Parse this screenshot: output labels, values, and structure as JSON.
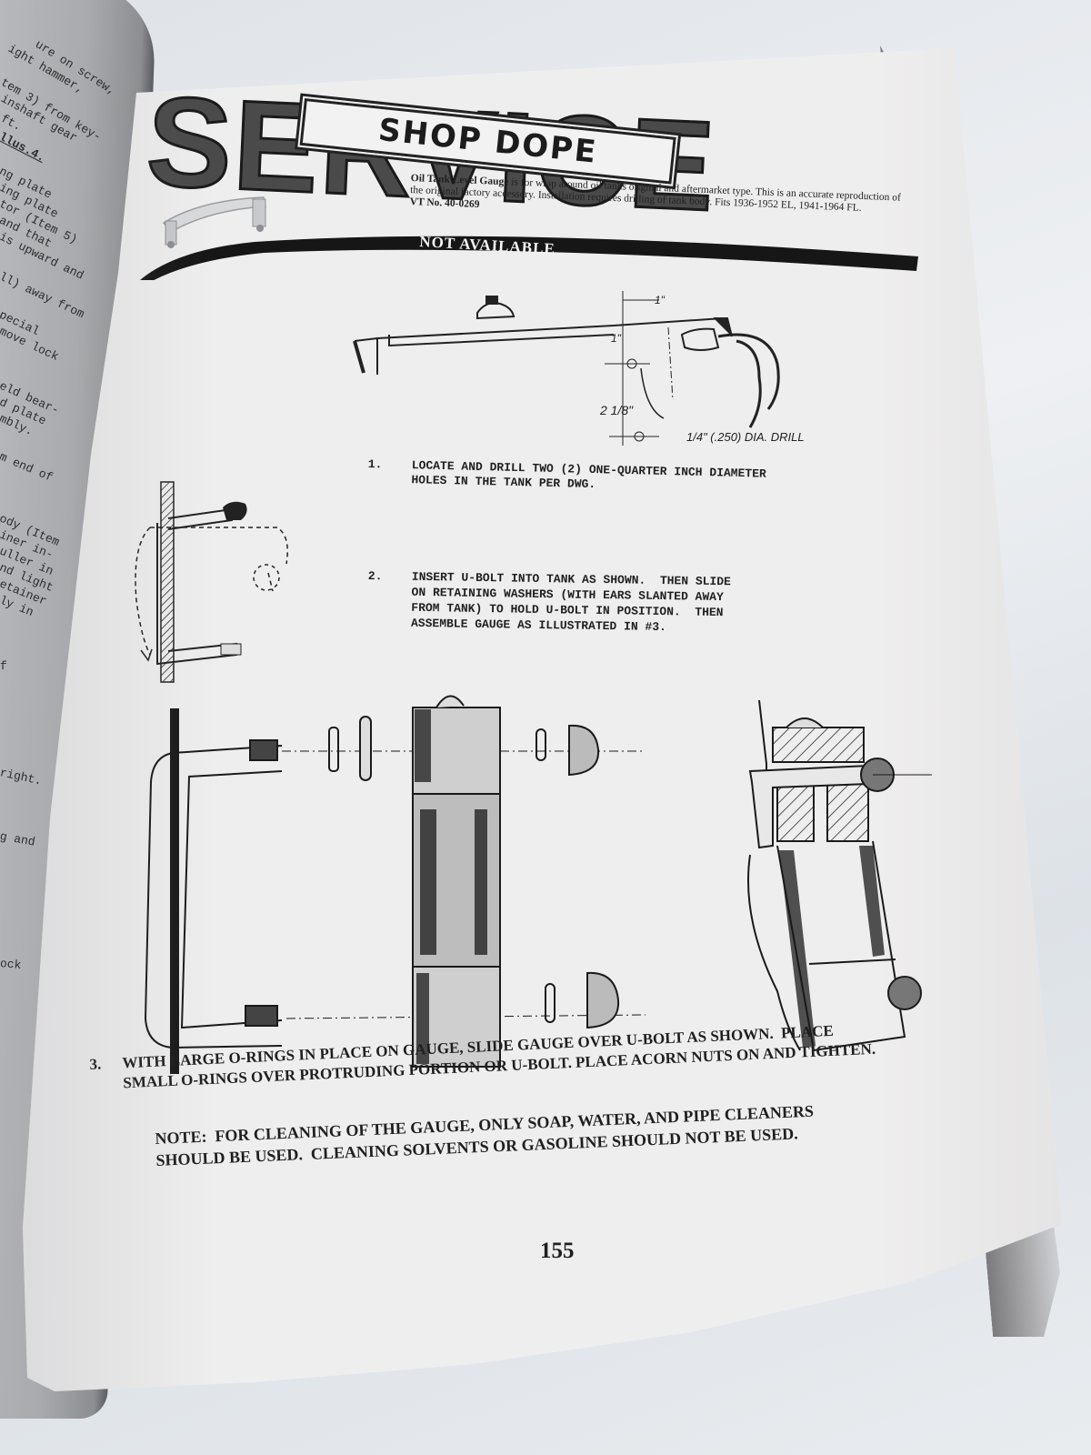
{
  "left_page": {
    "fragments": [
      "ure on screw,",
      "ight hammer,",
      "tem 3) from key-",
      "inshaft gear",
      "ft.",
      "llus.4.",
      "ng plate",
      "ing plate",
      "tor (Item 5)",
      "and that",
      "is upward and",
      "ll) away from",
      "pecial",
      "move lock",
      "eld bear-",
      "d plate",
      "mbly.",
      "m end of",
      "ody (Item",
      "iner in-",
      "uller in",
      "nd light",
      "etainer",
      "ly in",
      "f",
      "right.",
      "g and",
      "ock"
    ]
  },
  "header": {
    "title_large": "SERVICE",
    "title_banner": "SHOP DOPE"
  },
  "product": {
    "name": "Oil Tank Level Gauge",
    "description_rest": " is for wrap around oil tanks original and aftermarket type. This is an accurate reproduction of the original factory accessory. Installation requires drilling of tank body. Fits 1936-1952 EL, 1941-1964 FL.",
    "vt_number": "VT No. 40-0269",
    "availability": "NOT AVAILABLE",
    "photo_alt": "chrome-oil-tank-level-gauge"
  },
  "drawing_labels": {
    "dim_horizontal": "1\"",
    "dim_vertical_top": "1\"",
    "dim_vertical": "2 1/8\"",
    "drill_note": "1/4\" (.250) DIA. DRILL"
  },
  "steps": [
    {
      "number": "1.",
      "lines": [
        "LOCATE AND DRILL TWO (2) ONE-QUARTER INCH DIAMETER",
        "HOLES IN THE TANK PER DWG."
      ]
    },
    {
      "number": "2.",
      "lines": [
        "INSERT U-BOLT INTO TANK AS SHOWN.  THEN SLIDE",
        "ON RETAINING WASHERS (WITH EARS SLANTED AWAY",
        "FROM TANK) TO HOLD U-BOLT IN POSITION.  THEN",
        "ASSEMBLE GAUGE AS ILLUSTRATED IN #3."
      ]
    },
    {
      "number": "3.",
      "lines": [
        "WITH LARGE O-RINGS IN PLACE ON GAUGE, SLIDE GAUGE OVER U-BOLT AS SHOWN.  PLACE",
        "SMALL O-RINGS OVER PROTRUDING PORTION OR U-BOLT. PLACE ACORN NUTS ON AND TIGHTEN."
      ]
    }
  ],
  "note": {
    "lines": [
      "NOTE:  FOR CLEANING OF THE GAUGE, ONLY SOAP, WATER, AND PIPE CLEANERS",
      "SHOULD BE USED.  CLEANING SOLVENTS OR GASOLINE SHOULD NOT BE USED."
    ]
  },
  "page_number": "155",
  "colors": {
    "paper": "#efeeee",
    "ink": "#1f1f1f",
    "banner_fill": "#4a4a4a",
    "background": "#e3e6ea"
  }
}
